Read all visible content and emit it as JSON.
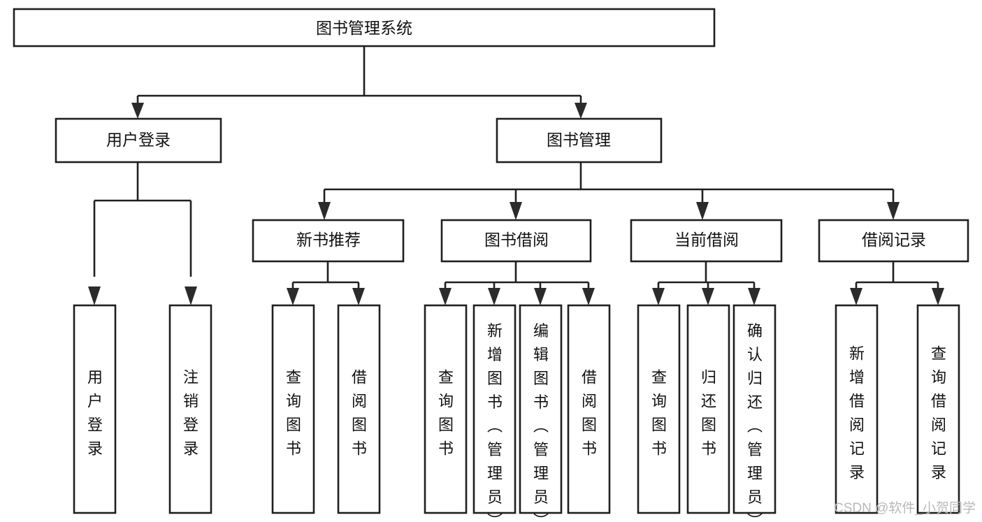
{
  "diagram": {
    "type": "tree-hierarchy-chart",
    "title": "图书管理系统",
    "orientation": "top-down",
    "colors": {
      "box_stroke": "#1f1f1f",
      "box_fill": "#ffffff",
      "link_stroke": "#1f1f1f",
      "text": "#111111",
      "watermark": "#b9b9b9",
      "background": "#ffffff"
    },
    "levels": {
      "root": "图书管理系统",
      "level2": [
        "用户登录",
        "图书管理"
      ],
      "level3": [
        "新书推荐",
        "图书借阅",
        "当前借阅",
        "借阅记录"
      ]
    },
    "nodes": {
      "root": {
        "label": "图书管理系统"
      },
      "user_login": {
        "label": "用户登录"
      },
      "book_manage": {
        "label": "图书管理"
      },
      "new_book_rec": {
        "label": "新书推荐"
      },
      "book_borrow": {
        "label": "图书借阅"
      },
      "current_borrow": {
        "label": "当前借阅"
      },
      "borrow_record": {
        "label": "借阅记录"
      }
    },
    "leaves": {
      "user_login": [
        {
          "label": "用户登录"
        },
        {
          "label": "注销登录"
        }
      ],
      "new_book_rec": [
        {
          "label": "查询图书"
        },
        {
          "label": "借阅图书"
        }
      ],
      "book_borrow": [
        {
          "label": "查询图书"
        },
        {
          "label": "新增图书（管理员）"
        },
        {
          "label": "编辑图书（管理员）"
        },
        {
          "label": "借阅图书"
        }
      ],
      "current_borrow": [
        {
          "label": "查询图书"
        },
        {
          "label": "归还图书"
        },
        {
          "label": "确认归还（管理员）"
        }
      ],
      "borrow_record": [
        {
          "label": "新增借阅记录"
        },
        {
          "label": "查询借阅记录"
        }
      ]
    }
  },
  "watermark": {
    "text": "CSDN @软件_小贺同学"
  }
}
